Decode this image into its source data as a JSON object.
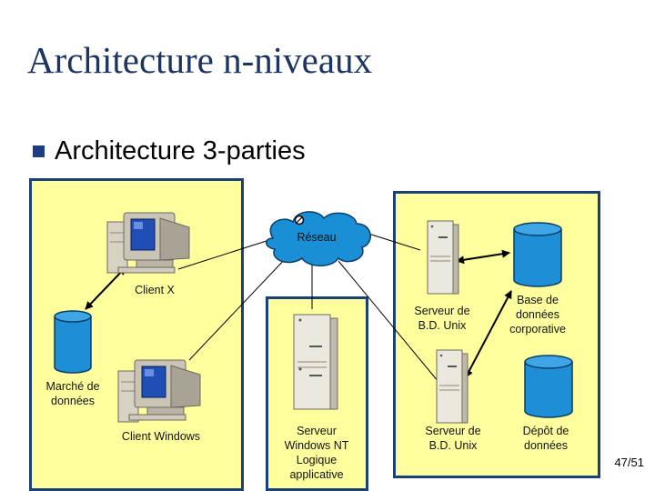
{
  "slide": {
    "title": "Architecture n-niveaux",
    "bullet": "Architecture 3-parties",
    "page_number": "47/51"
  },
  "labels": {
    "network": "Réseau",
    "client_x": "Client X",
    "datamart": "Marché de données",
    "client_windows": "Client Windows",
    "nt_server": "Serveur Windows NT Logique applicative",
    "unix_server_1": "Serveur de B.D. Unix",
    "corp_db": "Base de données corporative",
    "unix_server_2": "Serveur de B.D. Unix",
    "repository": "Dépôt de données"
  },
  "colors": {
    "panel_fill": "#ffff9e",
    "panel_border": "#1a3f7a",
    "db_fill": "#1e8fd6",
    "cloud_fill": "#1b8fd6",
    "title": "#1c3560"
  }
}
